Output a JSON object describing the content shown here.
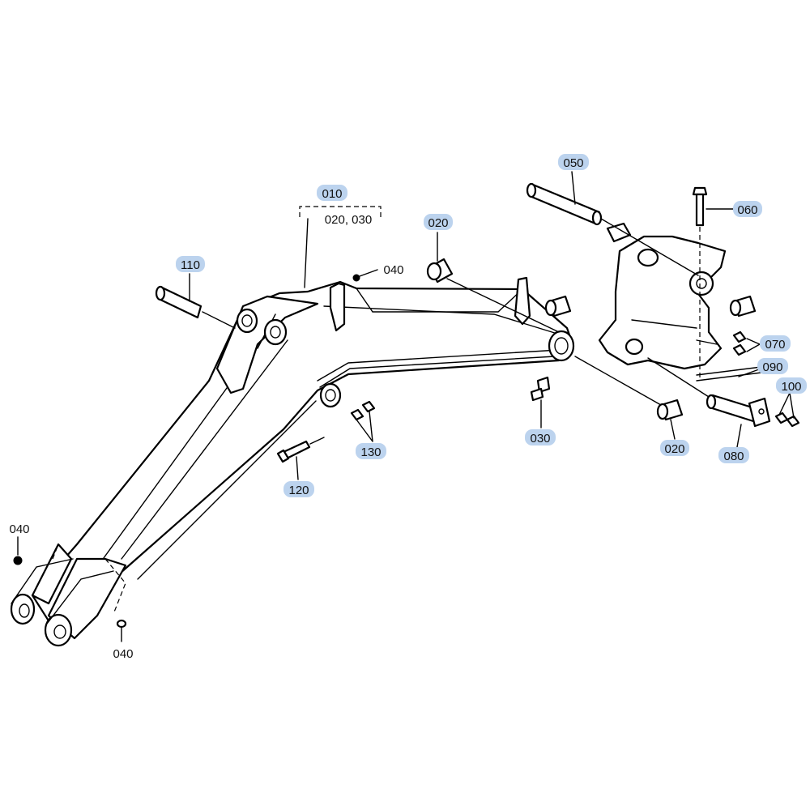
{
  "labels": {
    "p010": "010",
    "p010_sub": "020, 030",
    "p020_top": "020",
    "p020_bottom": "020",
    "p030": "030",
    "p040_top": "040",
    "p040_left": "040",
    "p040_bottom": "040",
    "p050": "050",
    "p060": "060",
    "p070": "070",
    "p080": "080",
    "p090": "090",
    "p100": "100",
    "p110": "110",
    "p120": "120",
    "p130": "130"
  },
  "colors": {
    "highlight": "#bcd3ee",
    "line": "#000000"
  }
}
